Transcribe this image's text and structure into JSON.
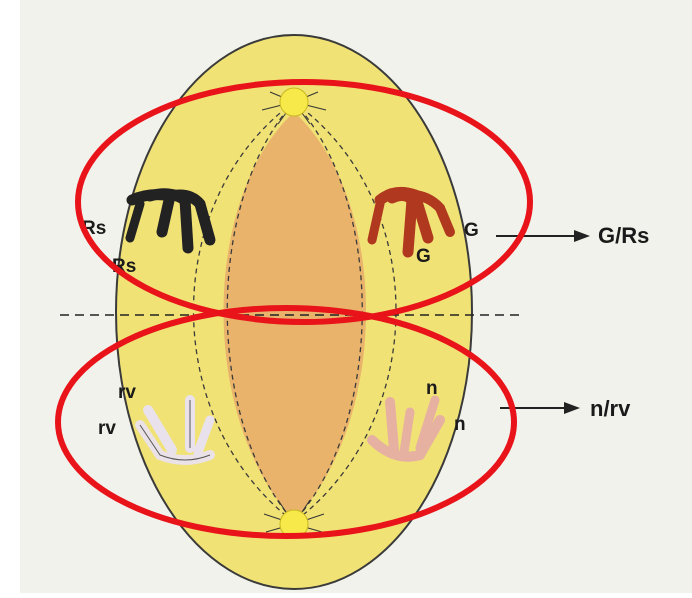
{
  "diagram": {
    "colors": {
      "background": "#f2f2ec",
      "cell_fill": "#f1e275",
      "cell_stroke": "#3a3a3a",
      "center_fill": "#e8ae6a",
      "centrosome": "#f7e94a",
      "highlight_ring": "#e8141a",
      "chromosome_dark": "#222222",
      "chromosome_red": "#b0381f",
      "chromosome_pale": "#e9e2ec",
      "chromosome_pink": "#e6b1a0",
      "arrow": "#222222"
    },
    "labels": {
      "upper_left_1": "Rs",
      "upper_left_2": "Rs",
      "upper_right_1": "G",
      "upper_right_2": "G",
      "lower_left_1": "rv",
      "lower_left_2": "rv",
      "lower_right_1": "n",
      "lower_right_2": "n"
    },
    "results": {
      "upper": "G/Rs",
      "lower": "n/rv"
    }
  }
}
